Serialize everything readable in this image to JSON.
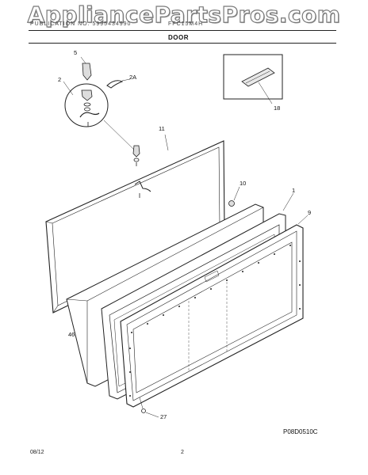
{
  "watermark": "AppliancePartsPros.com",
  "header": {
    "left_text": "PUBLICATION NO. 5995434990",
    "mid_text": "FFC15M4H",
    "section_title": "DOOR"
  },
  "callouts": {
    "c5": "5",
    "c2": "2",
    "c2a": "2A",
    "c18": "18",
    "c11": "11",
    "c10": "10",
    "c1": "1",
    "c9": "9",
    "c46": "46",
    "c27": "27"
  },
  "figure_code": "P08D0510C",
  "footer": {
    "date": "08/12",
    "page": "2"
  },
  "colors": {
    "line": "#222222",
    "watermark_outline": "#7a7a7a"
  }
}
